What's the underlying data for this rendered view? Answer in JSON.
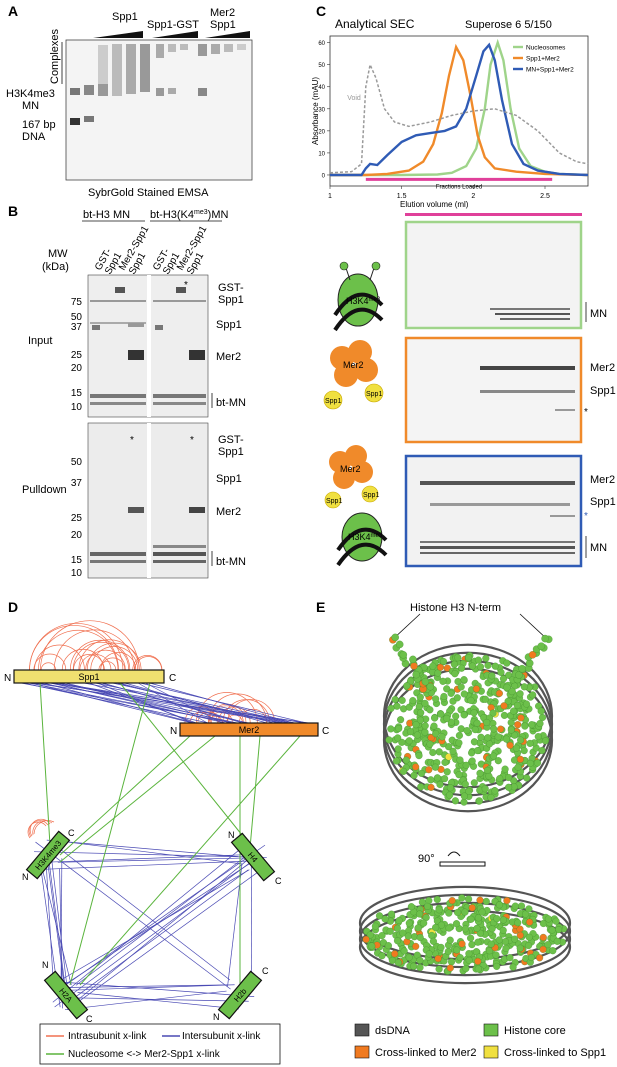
{
  "panelA": {
    "letter": "A",
    "lanes": [
      "Spp1",
      "Spp1-GST",
      "Mer2\nSpp1"
    ],
    "complexes": "Complexes",
    "mn1": "H3K4me3",
    "mn2": "MN",
    "dna1": "167 bp",
    "dna2": "DNA",
    "caption": "SybrGold Stained EMSA"
  },
  "panelB": {
    "letter": "B",
    "group1": "bt-H3 MN",
    "group2": "bt-H3(K4",
    "group2_sup": "me3",
    "group2_end": ")MN",
    "mw1": "MW",
    "mw2": "(kDa)",
    "col_top": [
      "GST-",
      "Mer2-Spp1",
      "GST-",
      "Mer2-Spp1"
    ],
    "col_bottom": [
      "Spp1",
      "Spp1",
      "Spp1",
      "Spp1"
    ],
    "input": "Input",
    "pulldown": "Pulldown",
    "mw_input": [
      "75",
      "50",
      "37",
      "25",
      "20",
      "15",
      "10"
    ],
    "mw_pulldown": [
      "50",
      "37",
      "25",
      "20",
      "15",
      "10"
    ],
    "label_gst1": "GST-",
    "label_gst2": "Spp1",
    "label_spp1": "Spp1",
    "label_mer2": "Mer2",
    "label_btmn": "bt-MN",
    "asterisk": "*"
  },
  "panelC": {
    "letter": "C",
    "title": "Analytical SEC",
    "column": "Superose 6 5/150",
    "ylabel": "Absorbance (mAU)",
    "xlabel": "Elution volume (ml)",
    "void": "Void",
    "fractions": "Fractions Loaded",
    "gel_mn": "MN",
    "gel_mer2": "Mer2",
    "gel_spp1": "Spp1",
    "asterisk": "*",
    "cartoon_h3": "H3K4",
    "cartoon_me3": "me3",
    "cartoon_mer2": "Mer2",
    "cartoon_spp1": "Spp1"
  },
  "chart_data": {
    "type": "line",
    "title": "Analytical SEC",
    "xlabel": "Elution volume (ml)",
    "ylabel": "Absorbance (mAU)",
    "xlim": [
      1.0,
      2.8
    ],
    "ylim": [
      -5,
      63
    ],
    "x_ticks": [
      "1",
      "1.5",
      "2",
      "2.5"
    ],
    "y_ticks": [
      "0",
      "10",
      "20",
      "30",
      "40",
      "50",
      "60"
    ],
    "fraction_range": [
      1.25,
      2.55
    ],
    "series": [
      {
        "name": "Nucleosomes",
        "color": "#9fd48a",
        "points": [
          [
            1.0,
            0
          ],
          [
            1.25,
            0
          ],
          [
            1.5,
            0
          ],
          [
            1.75,
            0.2
          ],
          [
            1.85,
            1
          ],
          [
            1.95,
            4
          ],
          [
            2.02,
            12
          ],
          [
            2.08,
            30
          ],
          [
            2.12,
            50
          ],
          [
            2.17,
            60
          ],
          [
            2.21,
            52
          ],
          [
            2.26,
            30
          ],
          [
            2.32,
            12
          ],
          [
            2.4,
            4
          ],
          [
            2.5,
            1.5
          ],
          [
            2.6,
            0.5
          ],
          [
            2.8,
            0
          ]
        ]
      },
      {
        "name": "Spp1+Mer2",
        "color": "#f08a2a",
        "points": [
          [
            1.0,
            0
          ],
          [
            1.25,
            0
          ],
          [
            1.4,
            0.5
          ],
          [
            1.55,
            2
          ],
          [
            1.65,
            6
          ],
          [
            1.72,
            14
          ],
          [
            1.78,
            28
          ],
          [
            1.83,
            45
          ],
          [
            1.88,
            58
          ],
          [
            1.93,
            52
          ],
          [
            1.98,
            36
          ],
          [
            2.03,
            18
          ],
          [
            2.08,
            8
          ],
          [
            2.15,
            3
          ],
          [
            2.3,
            1.5
          ],
          [
            2.5,
            0.5
          ],
          [
            2.8,
            0
          ]
        ]
      },
      {
        "name": "MN+Spp1+Mer2",
        "color": "#2f5bb5",
        "points": [
          [
            1.0,
            0
          ],
          [
            1.22,
            0
          ],
          [
            1.25,
            3
          ],
          [
            1.28,
            5
          ],
          [
            1.33,
            4.5
          ],
          [
            1.4,
            9
          ],
          [
            1.5,
            15
          ],
          [
            1.6,
            18
          ],
          [
            1.7,
            19
          ],
          [
            1.8,
            20
          ],
          [
            1.88,
            22
          ],
          [
            1.95,
            30
          ],
          [
            2.02,
            45
          ],
          [
            2.07,
            56
          ],
          [
            2.11,
            59
          ],
          [
            2.15,
            52
          ],
          [
            2.2,
            34
          ],
          [
            2.27,
            14
          ],
          [
            2.35,
            5
          ],
          [
            2.45,
            2
          ],
          [
            2.6,
            0.5
          ],
          [
            2.8,
            0
          ]
        ]
      },
      {
        "name": "Void",
        "color": "#9a9a9a",
        "points": [
          [
            1.0,
            1
          ],
          [
            1.15,
            1.5
          ],
          [
            1.22,
            5
          ],
          [
            1.25,
            40
          ],
          [
            1.28,
            50
          ],
          [
            1.32,
            44
          ],
          [
            1.38,
            30
          ],
          [
            1.45,
            24
          ],
          [
            1.55,
            22
          ],
          [
            1.7,
            24
          ],
          [
            1.85,
            27
          ],
          [
            2.0,
            29
          ],
          [
            2.15,
            30
          ],
          [
            2.3,
            27
          ],
          [
            2.45,
            20
          ],
          [
            2.6,
            10
          ],
          [
            2.72,
            6
          ],
          [
            2.8,
            5
          ]
        ]
      }
    ]
  },
  "panelD": {
    "letter": "D",
    "spp1": "Spp1",
    "mer2": "Mer2",
    "h3": "H3K4me3",
    "h4": "H4",
    "h2a": "H2A",
    "h2b": "H2b",
    "n": "N",
    "c": "C",
    "legend": [
      "Intrasubunit x-link",
      "Intersubunit x-link",
      "Nucleosome <-> Mer2-Spp1 x-link"
    ],
    "colors": {
      "intra": "#f07050",
      "inter": "#4a4ab4",
      "nuc": "#5ab43c"
    }
  },
  "panelE": {
    "letter": "E",
    "h3nterm": "Histone H3 N-term",
    "rotation": "90°",
    "legend": [
      "dsDNA",
      "Histone core",
      "Cross-linked to Mer2",
      "Cross-linked to Spp1"
    ],
    "colors": [
      "#555555",
      "#6cc04a",
      "#f07a20",
      "#f0e040"
    ]
  }
}
